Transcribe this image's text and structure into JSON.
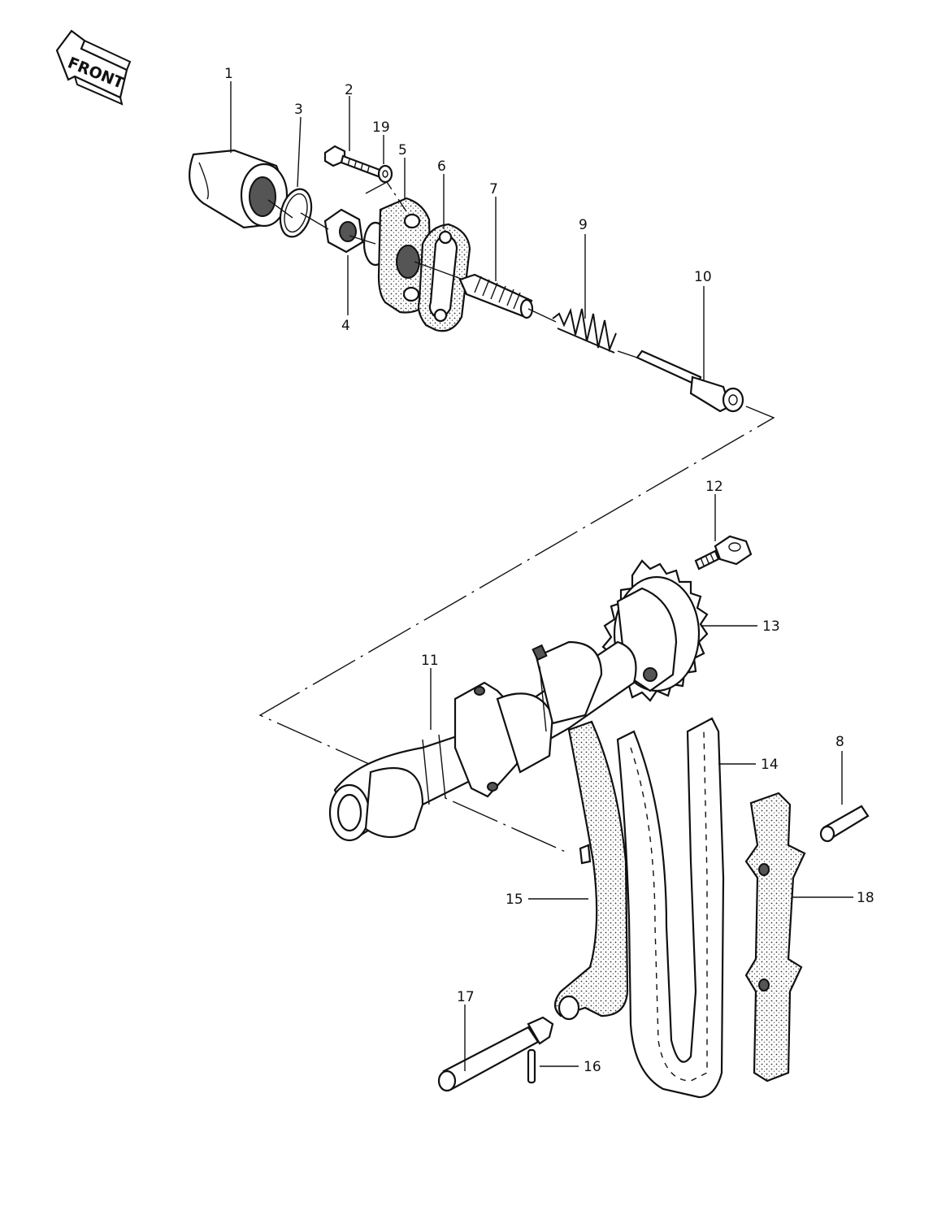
{
  "front_label": "FRONT",
  "callouts": [
    {
      "id": "1",
      "label": "1"
    },
    {
      "id": "2",
      "label": "2"
    },
    {
      "id": "3",
      "label": "3"
    },
    {
      "id": "4",
      "label": "4"
    },
    {
      "id": "5",
      "label": "5"
    },
    {
      "id": "6",
      "label": "6"
    },
    {
      "id": "7",
      "label": "7"
    },
    {
      "id": "8",
      "label": "8"
    },
    {
      "id": "9",
      "label": "9"
    },
    {
      "id": "10",
      "label": "10"
    },
    {
      "id": "11",
      "label": "11"
    },
    {
      "id": "12",
      "label": "12"
    },
    {
      "id": "13",
      "label": "13"
    },
    {
      "id": "14",
      "label": "14"
    },
    {
      "id": "15",
      "label": "15"
    },
    {
      "id": "16",
      "label": "16"
    },
    {
      "id": "17",
      "label": "17"
    },
    {
      "id": "18",
      "label": "18"
    },
    {
      "id": "19",
      "label": "19"
    }
  ]
}
